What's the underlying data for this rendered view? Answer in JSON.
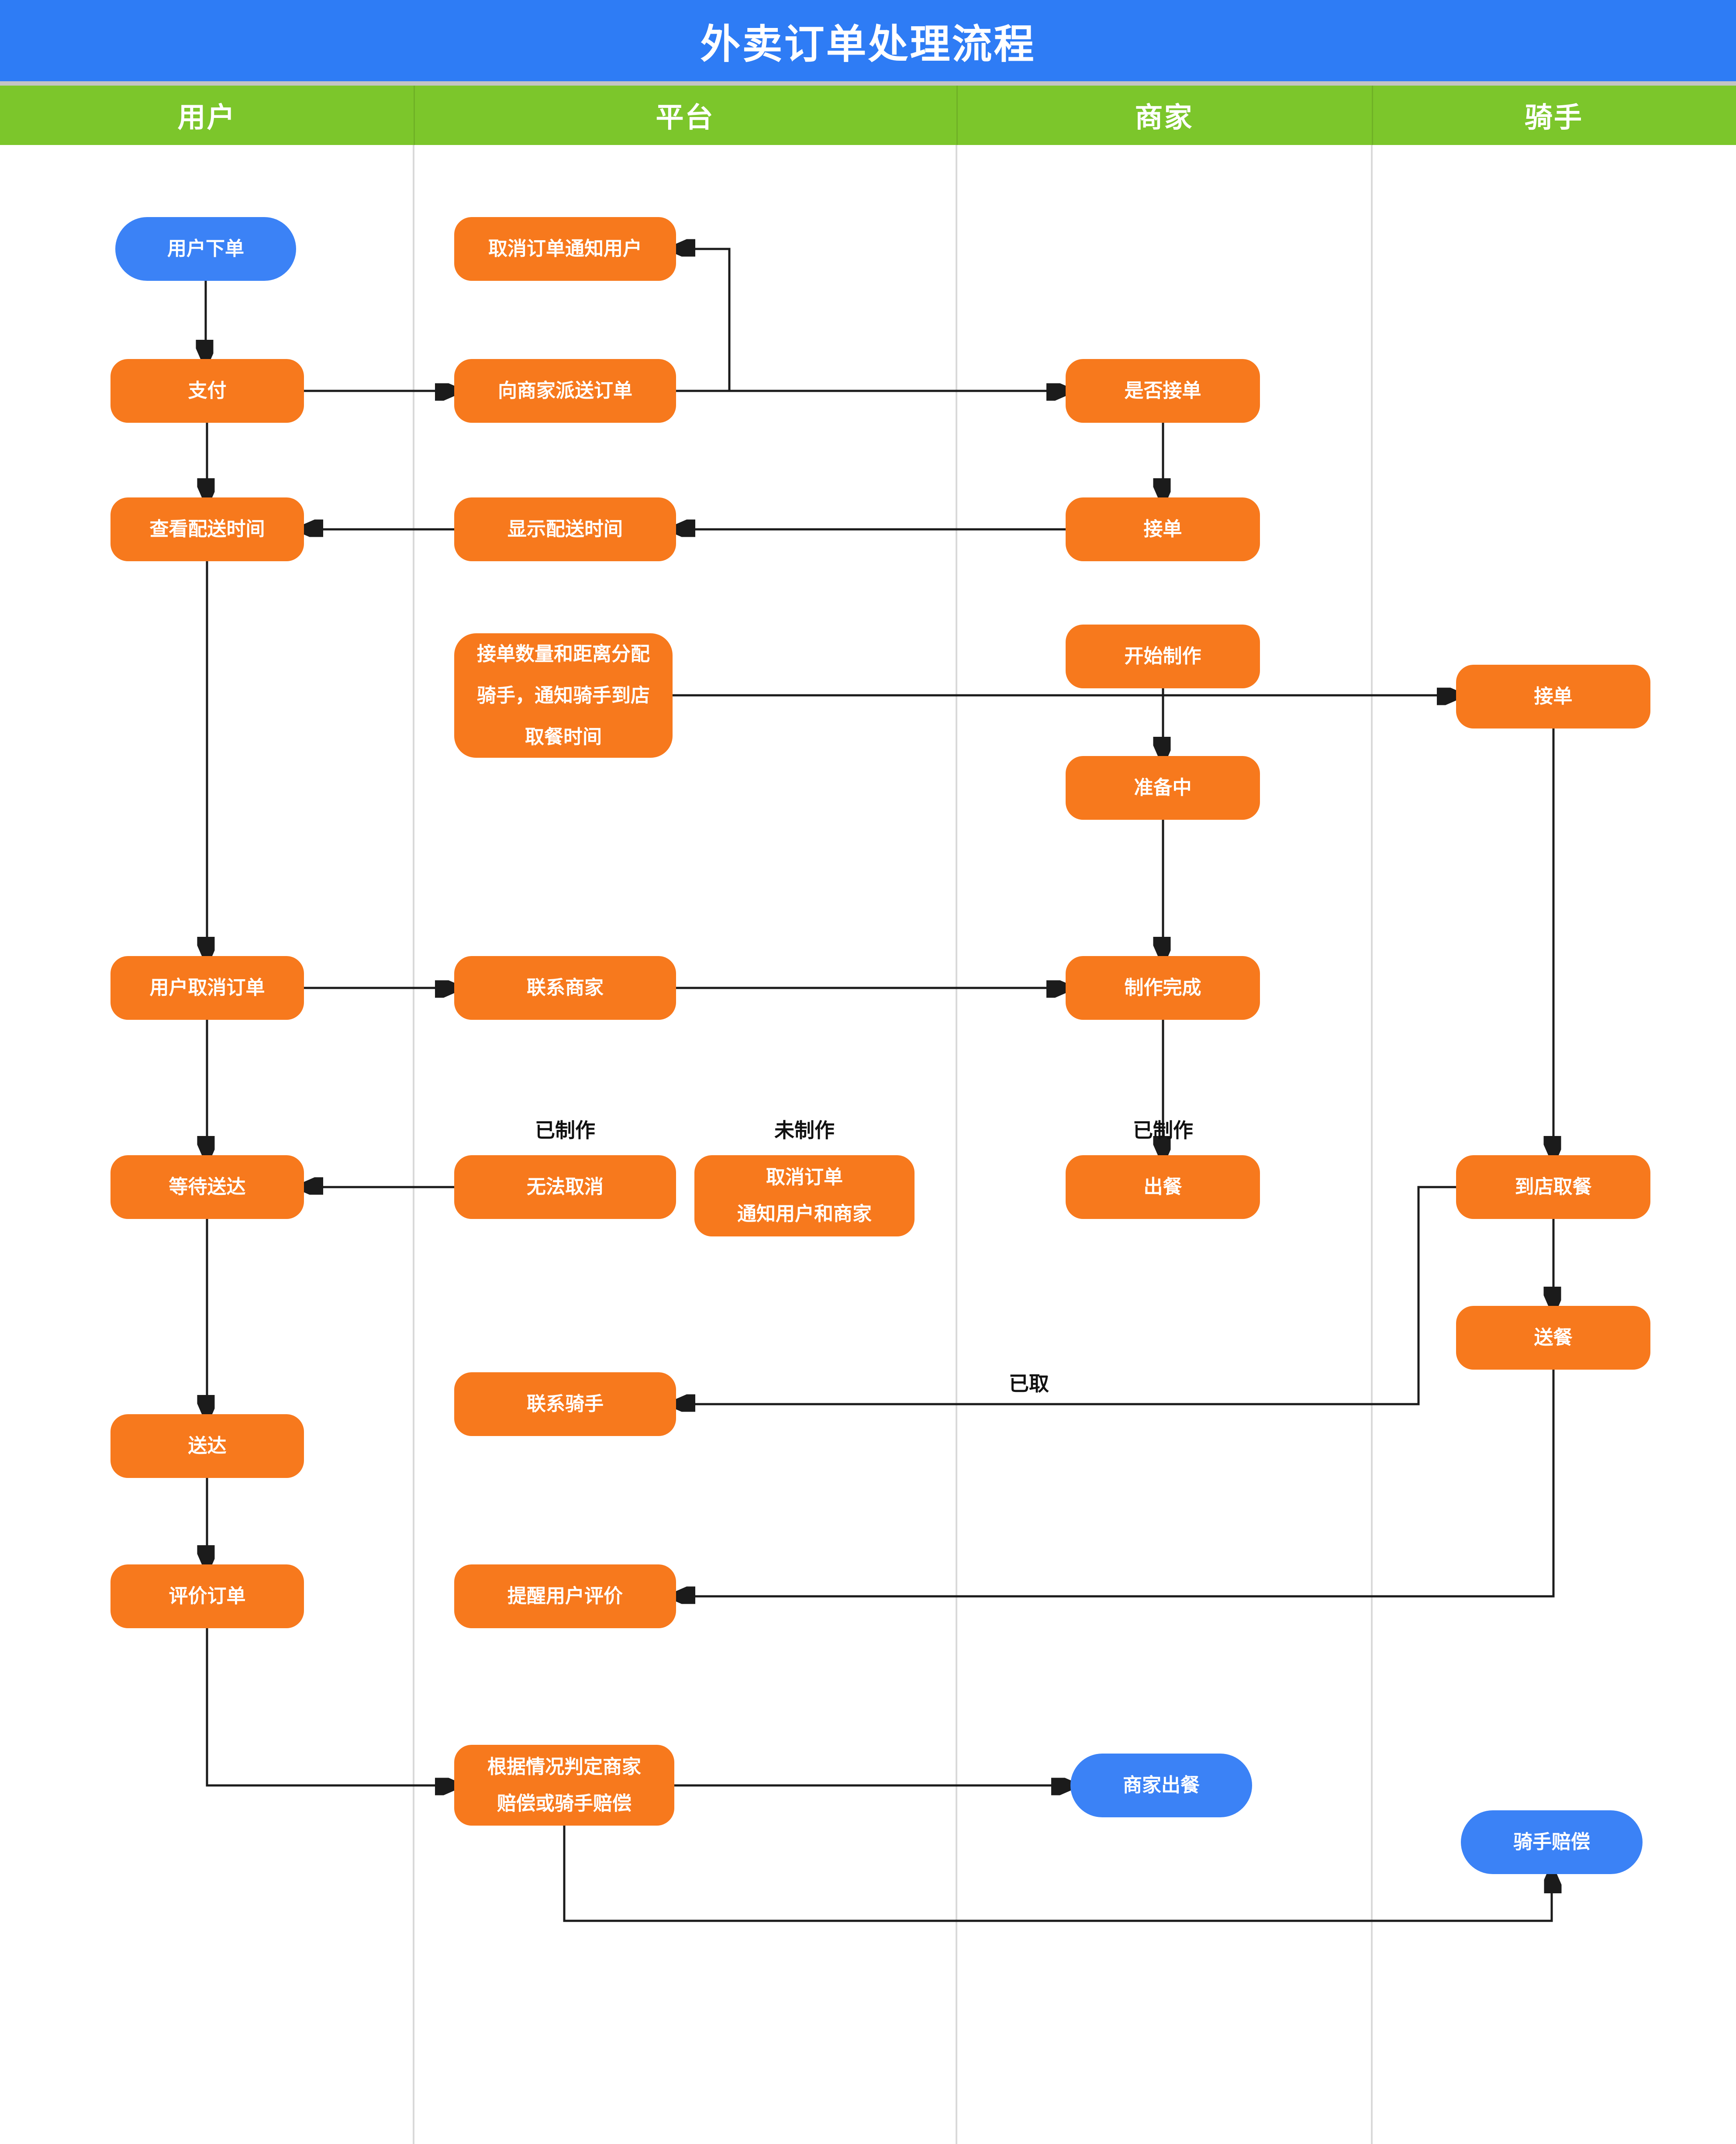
{
  "title": "外卖订单处理流程",
  "lanes": [
    {
      "label": "用户"
    },
    {
      "label": "平台"
    },
    {
      "label": "商家"
    },
    {
      "label": "骑手"
    }
  ],
  "nodes": {
    "user_order": {
      "label": "用户下单",
      "type": "terminal",
      "lane": "用户"
    },
    "pay": {
      "label": "支付",
      "type": "process",
      "lane": "用户"
    },
    "view_time": {
      "label": "查看配送时间",
      "type": "process",
      "lane": "用户"
    },
    "user_cancel": {
      "label": "用户取消订单",
      "type": "process",
      "lane": "用户"
    },
    "wait": {
      "label": "等待送达",
      "type": "process",
      "lane": "用户"
    },
    "delivered": {
      "label": "送达",
      "type": "process",
      "lane": "用户"
    },
    "review": {
      "label": "评价订单",
      "type": "process",
      "lane": "用户"
    },
    "cancel_notify": {
      "label": "取消订单通知用户",
      "type": "process",
      "lane": "平台"
    },
    "dispatch": {
      "label": "向商家派送订单",
      "type": "process",
      "lane": "平台"
    },
    "show_time": {
      "label": "显示配送时间",
      "type": "process",
      "lane": "平台"
    },
    "assign_rider": {
      "label": "接单数量和距离分配\n骑手，通知骑手到店\n取餐时间",
      "type": "process",
      "lane": "平台"
    },
    "contact_merchant": {
      "label": "联系商家",
      "type": "process",
      "lane": "平台"
    },
    "cannot_cancel": {
      "label": "无法取消",
      "type": "process",
      "lane": "平台"
    },
    "cancel_both": {
      "label": "取消订单\n通知用户和商家",
      "type": "process",
      "lane": "平台"
    },
    "contact_rider": {
      "label": "联系骑手",
      "type": "process",
      "lane": "平台"
    },
    "remind_review": {
      "label": "提醒用户评价",
      "type": "process",
      "lane": "平台"
    },
    "judge": {
      "label": "根据情况判定商家\n赔偿或骑手赔偿",
      "type": "process",
      "lane": "平台"
    },
    "accept_q": {
      "label": "是否接单",
      "type": "process",
      "lane": "商家"
    },
    "accept": {
      "label": "接单",
      "type": "process",
      "lane": "商家"
    },
    "start_make": {
      "label": "开始制作",
      "type": "process",
      "lane": "商家"
    },
    "preparing": {
      "label": "准备中",
      "type": "process",
      "lane": "商家"
    },
    "make_done": {
      "label": "制作完成",
      "type": "process",
      "lane": "商家"
    },
    "serve": {
      "label": "出餐",
      "type": "process",
      "lane": "商家"
    },
    "merchant_comp": {
      "label": "商家出餐",
      "type": "terminal",
      "lane": "商家"
    },
    "rider_accept": {
      "label": "接单",
      "type": "process",
      "lane": "骑手"
    },
    "pickup": {
      "label": "到店取餐",
      "type": "process",
      "lane": "骑手"
    },
    "deliver": {
      "label": "送餐",
      "type": "process",
      "lane": "骑手"
    },
    "rider_comp": {
      "label": "骑手赔偿",
      "type": "terminal",
      "lane": "骑手"
    }
  },
  "edge_labels": {
    "made_left": "已制作",
    "not_made": "未制作",
    "made_right": "已制作",
    "picked": "已取"
  },
  "colors": {
    "title_bar": "#2e7cf5",
    "lane_header": "#7cc62b",
    "process_node": "#f7791d",
    "terminal_node": "#3b82f6",
    "connector": "#1b1b1b"
  }
}
